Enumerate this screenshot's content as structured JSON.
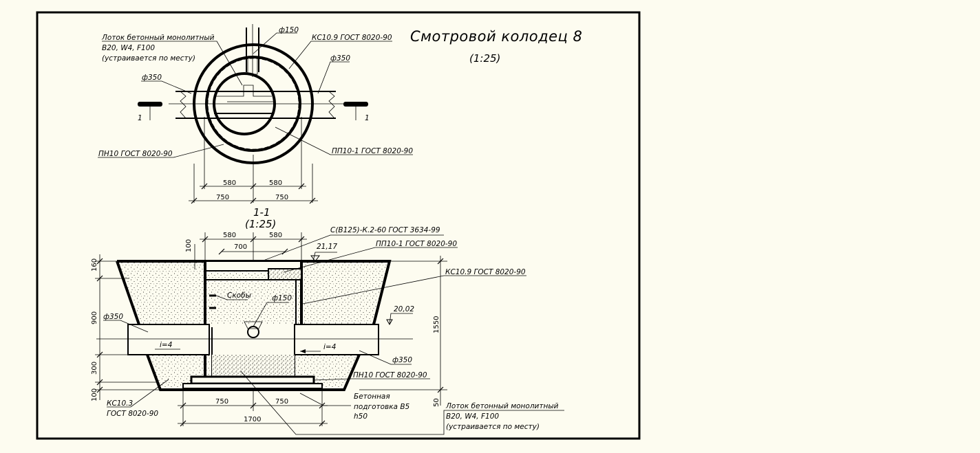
{
  "title": "Смотровой колодец 8",
  "plan": {
    "scale": "(1:25)",
    "labels": {
      "tray_line1": "Лоток бетонный монолитный",
      "tray_line2": "B20, W4, F100",
      "tray_line3": "(устраивается по месту)",
      "pipe_top": "ф150",
      "ring": "КС10.9 ГОСТ 8020-90",
      "pipe_right": "ф350",
      "pipe_left": "ф350",
      "base_slab": "ПН10 ГОСТ 8020-90",
      "cover_slab": "ПП10-1 ГОСТ 8020-90",
      "section_left": "1",
      "section_right": "1"
    },
    "dims": {
      "inner_left": "580",
      "inner_right": "580",
      "outer_left": "750",
      "outer_right": "750"
    }
  },
  "section": {
    "title": "1-1",
    "scale": "(1:25)",
    "labels": {
      "hatch": "С(В125)-К.2-60 ГОСТ 3634-99",
      "cover": "ПП10-1 ГОСТ 8020-90",
      "level_top": "21,17",
      "ring": "КС10.9 ГОСТ 8020-90",
      "steps": "Скобы",
      "pipe_small": "ф150",
      "level_mid": "20,02",
      "pipe_left": "ф350",
      "slope_left": "i=4",
      "slope_right": "i=4",
      "pipe_right": "ф350",
      "base": "ПН10 ГОСТ 8020-90",
      "ring_bottom_line1": "КС10.3",
      "ring_bottom_line2": "ГОСТ 8020-90",
      "prep_line1": "Бетонная",
      "prep_line2": "подготовка В5",
      "prep_line3": "h50",
      "tray_line1": "Лоток бетонный монолитный",
      "tray_line2": "B20, W4, F100",
      "tray_line3": "(устраивается по месту)"
    },
    "dims": {
      "top_left": "580",
      "top_right": "580",
      "hatch_width": "700",
      "neck": "100",
      "depth_160": "160",
      "depth_900": "900",
      "depth_300": "300",
      "depth_100": "100",
      "total_height": "1550",
      "bottom_50": "50",
      "base_left": "750",
      "base_right": "750",
      "base_total": "1700"
    }
  },
  "colors": {
    "background": "#fdfcf0",
    "line": "#000000"
  }
}
